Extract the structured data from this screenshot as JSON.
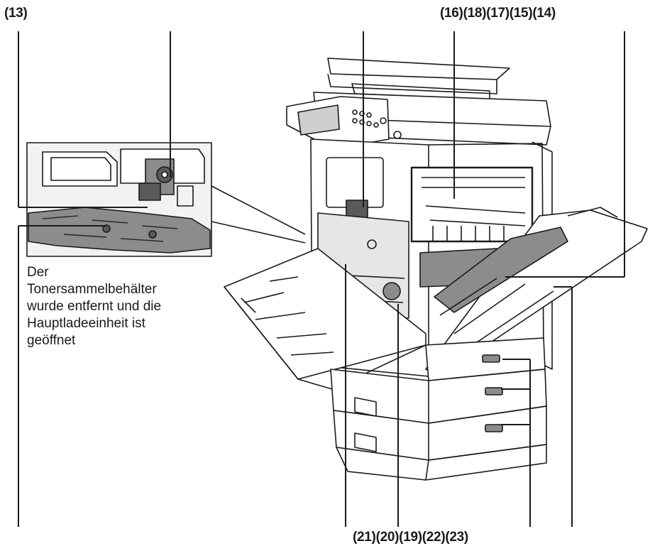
{
  "labels": {
    "top_left": "(13)",
    "top_right": "(16)(18)(17)(15)(14)",
    "bottom": "(21)(20)(19)(22)(23)"
  },
  "caption": "Der\nTonersammelbehälter\nwurde entfernt und die\nHauptladeeinheit ist\ngeöffnet",
  "colors": {
    "line": "#1a1a1a",
    "inset_fill": "#f2f2f2",
    "dark_part": "#5a5a5a",
    "mid_part": "#8c8c8c"
  }
}
